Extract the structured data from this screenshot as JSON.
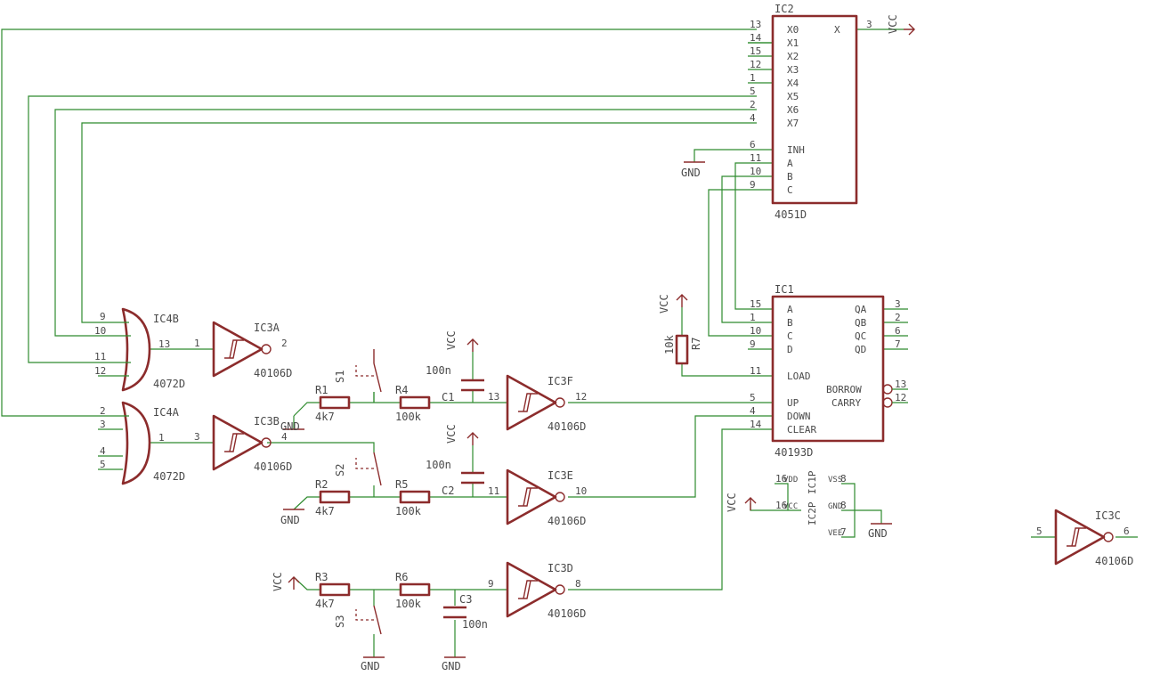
{
  "parts": {
    "ic2": {
      "name": "IC2",
      "value": "4051D",
      "pins_left": [
        "X0",
        "X1",
        "X2",
        "X3",
        "X4",
        "X5",
        "X6",
        "X7",
        "INH",
        "A",
        "B",
        "C"
      ],
      "nums_left": [
        "13",
        "14",
        "15",
        "12",
        "1",
        "5",
        "2",
        "4",
        "6",
        "11",
        "10",
        "9"
      ],
      "out_pin": "X",
      "out_num": "3"
    },
    "ic1": {
      "name": "IC1",
      "value": "40193D",
      "pins_left": [
        "A",
        "B",
        "C",
        "D",
        "LOAD",
        "UP",
        "DOWN",
        "CLEAR"
      ],
      "nums_left": [
        "15",
        "1",
        "10",
        "9",
        "11",
        "5",
        "4",
        "14"
      ],
      "pins_right": [
        "QA",
        "QB",
        "QC",
        "QD",
        "BORROW",
        "CARRY"
      ],
      "nums_right": [
        "3",
        "2",
        "6",
        "7",
        "13",
        "12"
      ]
    },
    "ic4b": {
      "name": "IC4B",
      "value": "4072D",
      "in_nums": [
        "9",
        "10",
        "11",
        "12"
      ],
      "out_num": "13"
    },
    "ic4a": {
      "name": "IC4A",
      "value": "4072D",
      "in_nums": [
        "2",
        "3",
        "4",
        "5"
      ],
      "out_num": "1"
    },
    "ic3a": {
      "name": "IC3A",
      "value": "40106D",
      "in_num": "1",
      "out_num": "2"
    },
    "ic3b": {
      "name": "IC3B",
      "value": "40106D",
      "in_num": "3",
      "out_num": "4"
    },
    "ic3f": {
      "name": "IC3F",
      "value": "40106D",
      "in_num": "13",
      "out_num": "12"
    },
    "ic3e": {
      "name": "IC3E",
      "value": "40106D",
      "in_num": "11",
      "out_num": "10"
    },
    "ic3d": {
      "name": "IC3D",
      "value": "40106D",
      "in_num": "9",
      "out_num": "8"
    },
    "ic3c": {
      "name": "IC3C",
      "value": "40106D",
      "in_num": "5",
      "out_num": "6"
    },
    "r1": {
      "name": "R1",
      "value": "4k7"
    },
    "r2": {
      "name": "R2",
      "value": "4k7"
    },
    "r3": {
      "name": "R3",
      "value": "4k7"
    },
    "r4": {
      "name": "R4",
      "value": "100k"
    },
    "r5": {
      "name": "R5",
      "value": "100k"
    },
    "r6": {
      "name": "R6",
      "value": "100k"
    },
    "r7": {
      "name": "R7",
      "value": "10k"
    },
    "c1": {
      "name": "C1",
      "value": "100n"
    },
    "c2": {
      "name": "C2",
      "value": "100n"
    },
    "c3": {
      "name": "C3",
      "value": "100n"
    },
    "s1": {
      "name": "S1"
    },
    "s2": {
      "name": "S2"
    },
    "s3": {
      "name": "S3"
    },
    "pwr": {
      "ic2p": "IC2P",
      "ic1p": "IC1P",
      "vdd": "VDD",
      "vcc": "VCC",
      "vss": "VSS",
      "gnd": "GND",
      "vee": "VEE",
      "n16a": "16",
      "n16b": "16",
      "n8a": "8",
      "n8b": "8",
      "n7": "7"
    }
  },
  "supplies": {
    "vcc": "VCC",
    "gnd": "GND"
  }
}
